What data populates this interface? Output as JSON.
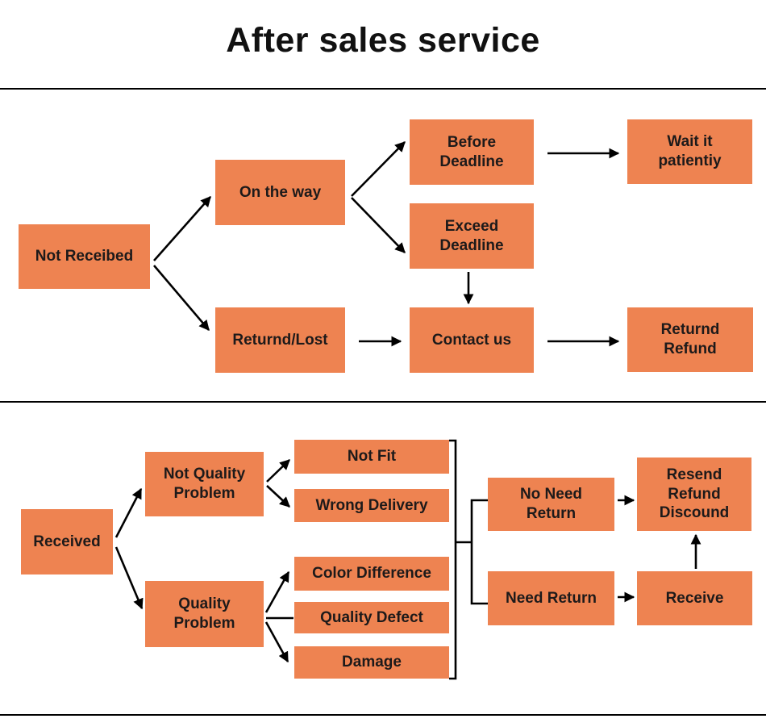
{
  "title": "After sales service",
  "colors": {
    "background": "#ffffff",
    "box": "#ee8351",
    "text": "#1d1a1a",
    "line": "#000000"
  },
  "nodes": {
    "not_received": {
      "label": "Not Receibed"
    },
    "on_the_way": {
      "label": "On the way"
    },
    "before_deadline": {
      "label": "Before\nDeadline"
    },
    "wait_it_patiently": {
      "label": "Wait it\npatientiy"
    },
    "exceed_deadline": {
      "label": "Exceed\nDeadline"
    },
    "returned_lost": {
      "label": "Returnd/Lost"
    },
    "contact_us": {
      "label": "Contact us"
    },
    "returned_refund": {
      "label": "Returnd\nRefund"
    },
    "received": {
      "label": "Received"
    },
    "not_quality_problem": {
      "label": "Not Quality\nProblem"
    },
    "quality_problem": {
      "label": "Quality\nProblem"
    },
    "not_fit": {
      "label": "Not Fit"
    },
    "wrong_delivery": {
      "label": "Wrong Delivery"
    },
    "color_difference": {
      "label": "Color Difference"
    },
    "quality_defect": {
      "label": "Quality Defect"
    },
    "damage": {
      "label": "Damage"
    },
    "no_need_return": {
      "label": "No Need\nReturn"
    },
    "need_return": {
      "label": "Need Return"
    },
    "resend_refund_discount": {
      "label": "Resend\nRefund\nDiscound"
    },
    "receive": {
      "label": "Receive"
    }
  }
}
